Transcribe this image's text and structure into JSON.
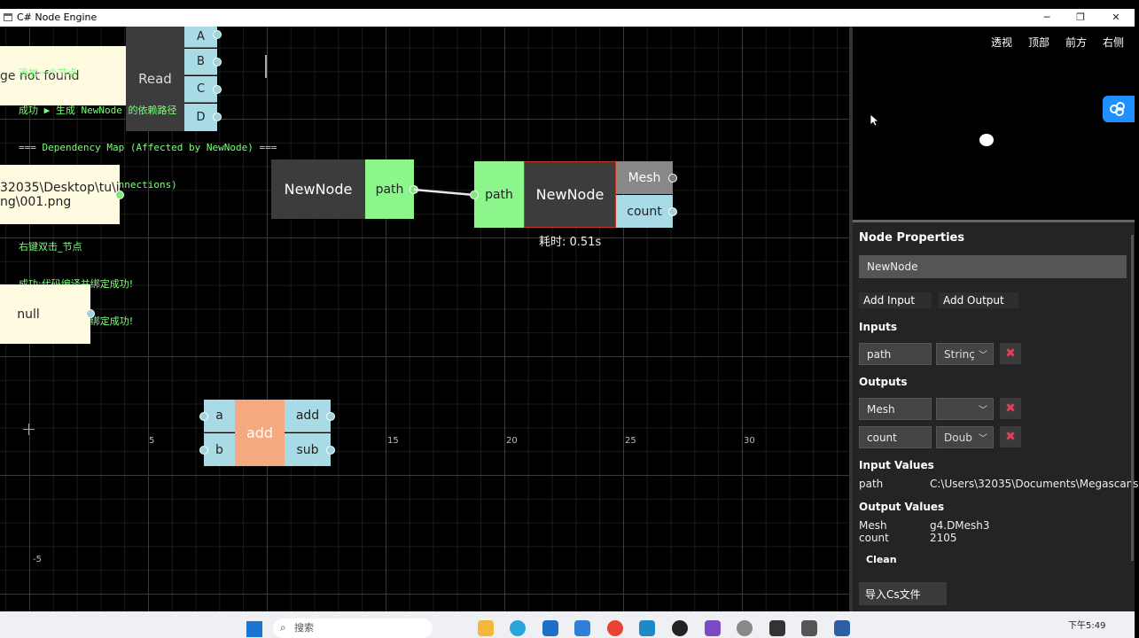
{
  "window": {
    "title": "C# Node Engine",
    "minimize": "─",
    "maximize": "❐",
    "close": "✕"
  },
  "canvas": {
    "axis_labels": {
      "x5": "5",
      "x15": "15",
      "x20": "20",
      "x25": "25",
      "x30": "30",
      "y_neg5": "-5"
    },
    "console_lines": [
      "添加一个节点",
      "成功 ▶ 生成 NewNode 的依赖路径",
      "=== Dependency Map (Affected by NewNode) ===",
      "  (no outgoing connections)",
      "",
      "右键双击_节点",
      "成功:代码编译并绑定成功!",
      "成功:代码编译并绑定成功!"
    ],
    "image_node": {
      "text": "ge not found"
    },
    "read_node": {
      "label": "Read",
      "outputs": [
        "A",
        "B",
        "C",
        "D"
      ]
    },
    "path_value_node": {
      "line1": "32035\\Desktop\\tu\\i",
      "line2": "ng\\001.png"
    },
    "null_node": {
      "text": "null"
    },
    "newnode1": {
      "label": "NewNode",
      "output": "path"
    },
    "newnode2": {
      "label": "NewNode",
      "input": "path",
      "outputs": [
        "Mesh",
        "count"
      ],
      "time": "耗时: 0.51s"
    },
    "add_node": {
      "label": "add",
      "inputs": [
        "a",
        "b"
      ],
      "outputs": [
        "add",
        "sub"
      ]
    }
  },
  "viewport": {
    "tabs": [
      "透视",
      "顶部",
      "前方",
      "右侧"
    ]
  },
  "properties": {
    "title": "Node Properties",
    "node_name": "NewNode",
    "add_input": "Add Input",
    "add_output": "Add Output",
    "inputs_label": "Inputs",
    "inputs": [
      {
        "name": "path",
        "type": "Strinç"
      }
    ],
    "outputs_label": "Outputs",
    "outputs": [
      {
        "name": "Mesh",
        "type": ""
      },
      {
        "name": "count",
        "type": "Doub"
      }
    ],
    "delete_glyph": "✖",
    "input_values_label": "Input Values",
    "input_values": [
      {
        "key": "path",
        "value": "C:\\Users\\32035\\Documents\\Megascans"
      }
    ],
    "output_values_label": "Output Values",
    "output_values": [
      {
        "key": "Mesh",
        "value": "g4.DMesh3"
      },
      {
        "key": "count",
        "value": "2105"
      }
    ],
    "clean": "Clean",
    "import_cs": "导入Cs文件"
  },
  "taskbar": {
    "search_placeholder": "搜索",
    "clock": "下午5:49"
  },
  "colors": {
    "node_dark": "#3c3c3c",
    "port_green": "#8cf58c",
    "port_blue": "#a9dbe6",
    "add_orange": "#f4a97f",
    "value_cream": "#fffbe0",
    "delete_red": "#e0405a"
  }
}
